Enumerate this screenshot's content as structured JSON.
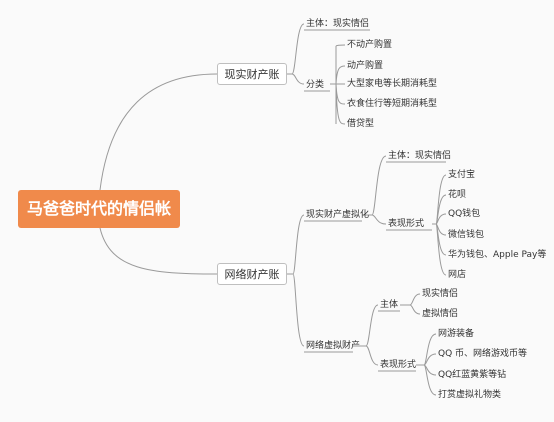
{
  "root": "马爸爸时代的情侣帐",
  "branch1": {
    "label": "现实财产账",
    "subject": "主体：现实情侣",
    "category": "分类",
    "items": [
      "不动产购置",
      "动产购置",
      "大型家电等长期消耗型",
      "衣食住行等短期消耗型",
      "借贷型"
    ]
  },
  "branch2": {
    "label": "网络财产账",
    "virtualized": {
      "label": "现实财产虚拟化",
      "subject": "主体：现实情侣",
      "forms_label": "表现形式",
      "forms": [
        "支付宝",
        "花呗",
        "QQ钱包",
        "微信钱包",
        "华为钱包、Apple Pay等",
        "网店"
      ]
    },
    "virtual": {
      "label": "网络虚拟财产",
      "subject_label": "主体",
      "subjects": [
        "现实情侣",
        "虚拟情侣"
      ],
      "forms_label": "表现形式",
      "forms": [
        "网游装备",
        "QQ 币、网络游戏币等",
        "QQ红蓝黄紫等钻",
        "打赏虚拟礼物类"
      ]
    }
  }
}
